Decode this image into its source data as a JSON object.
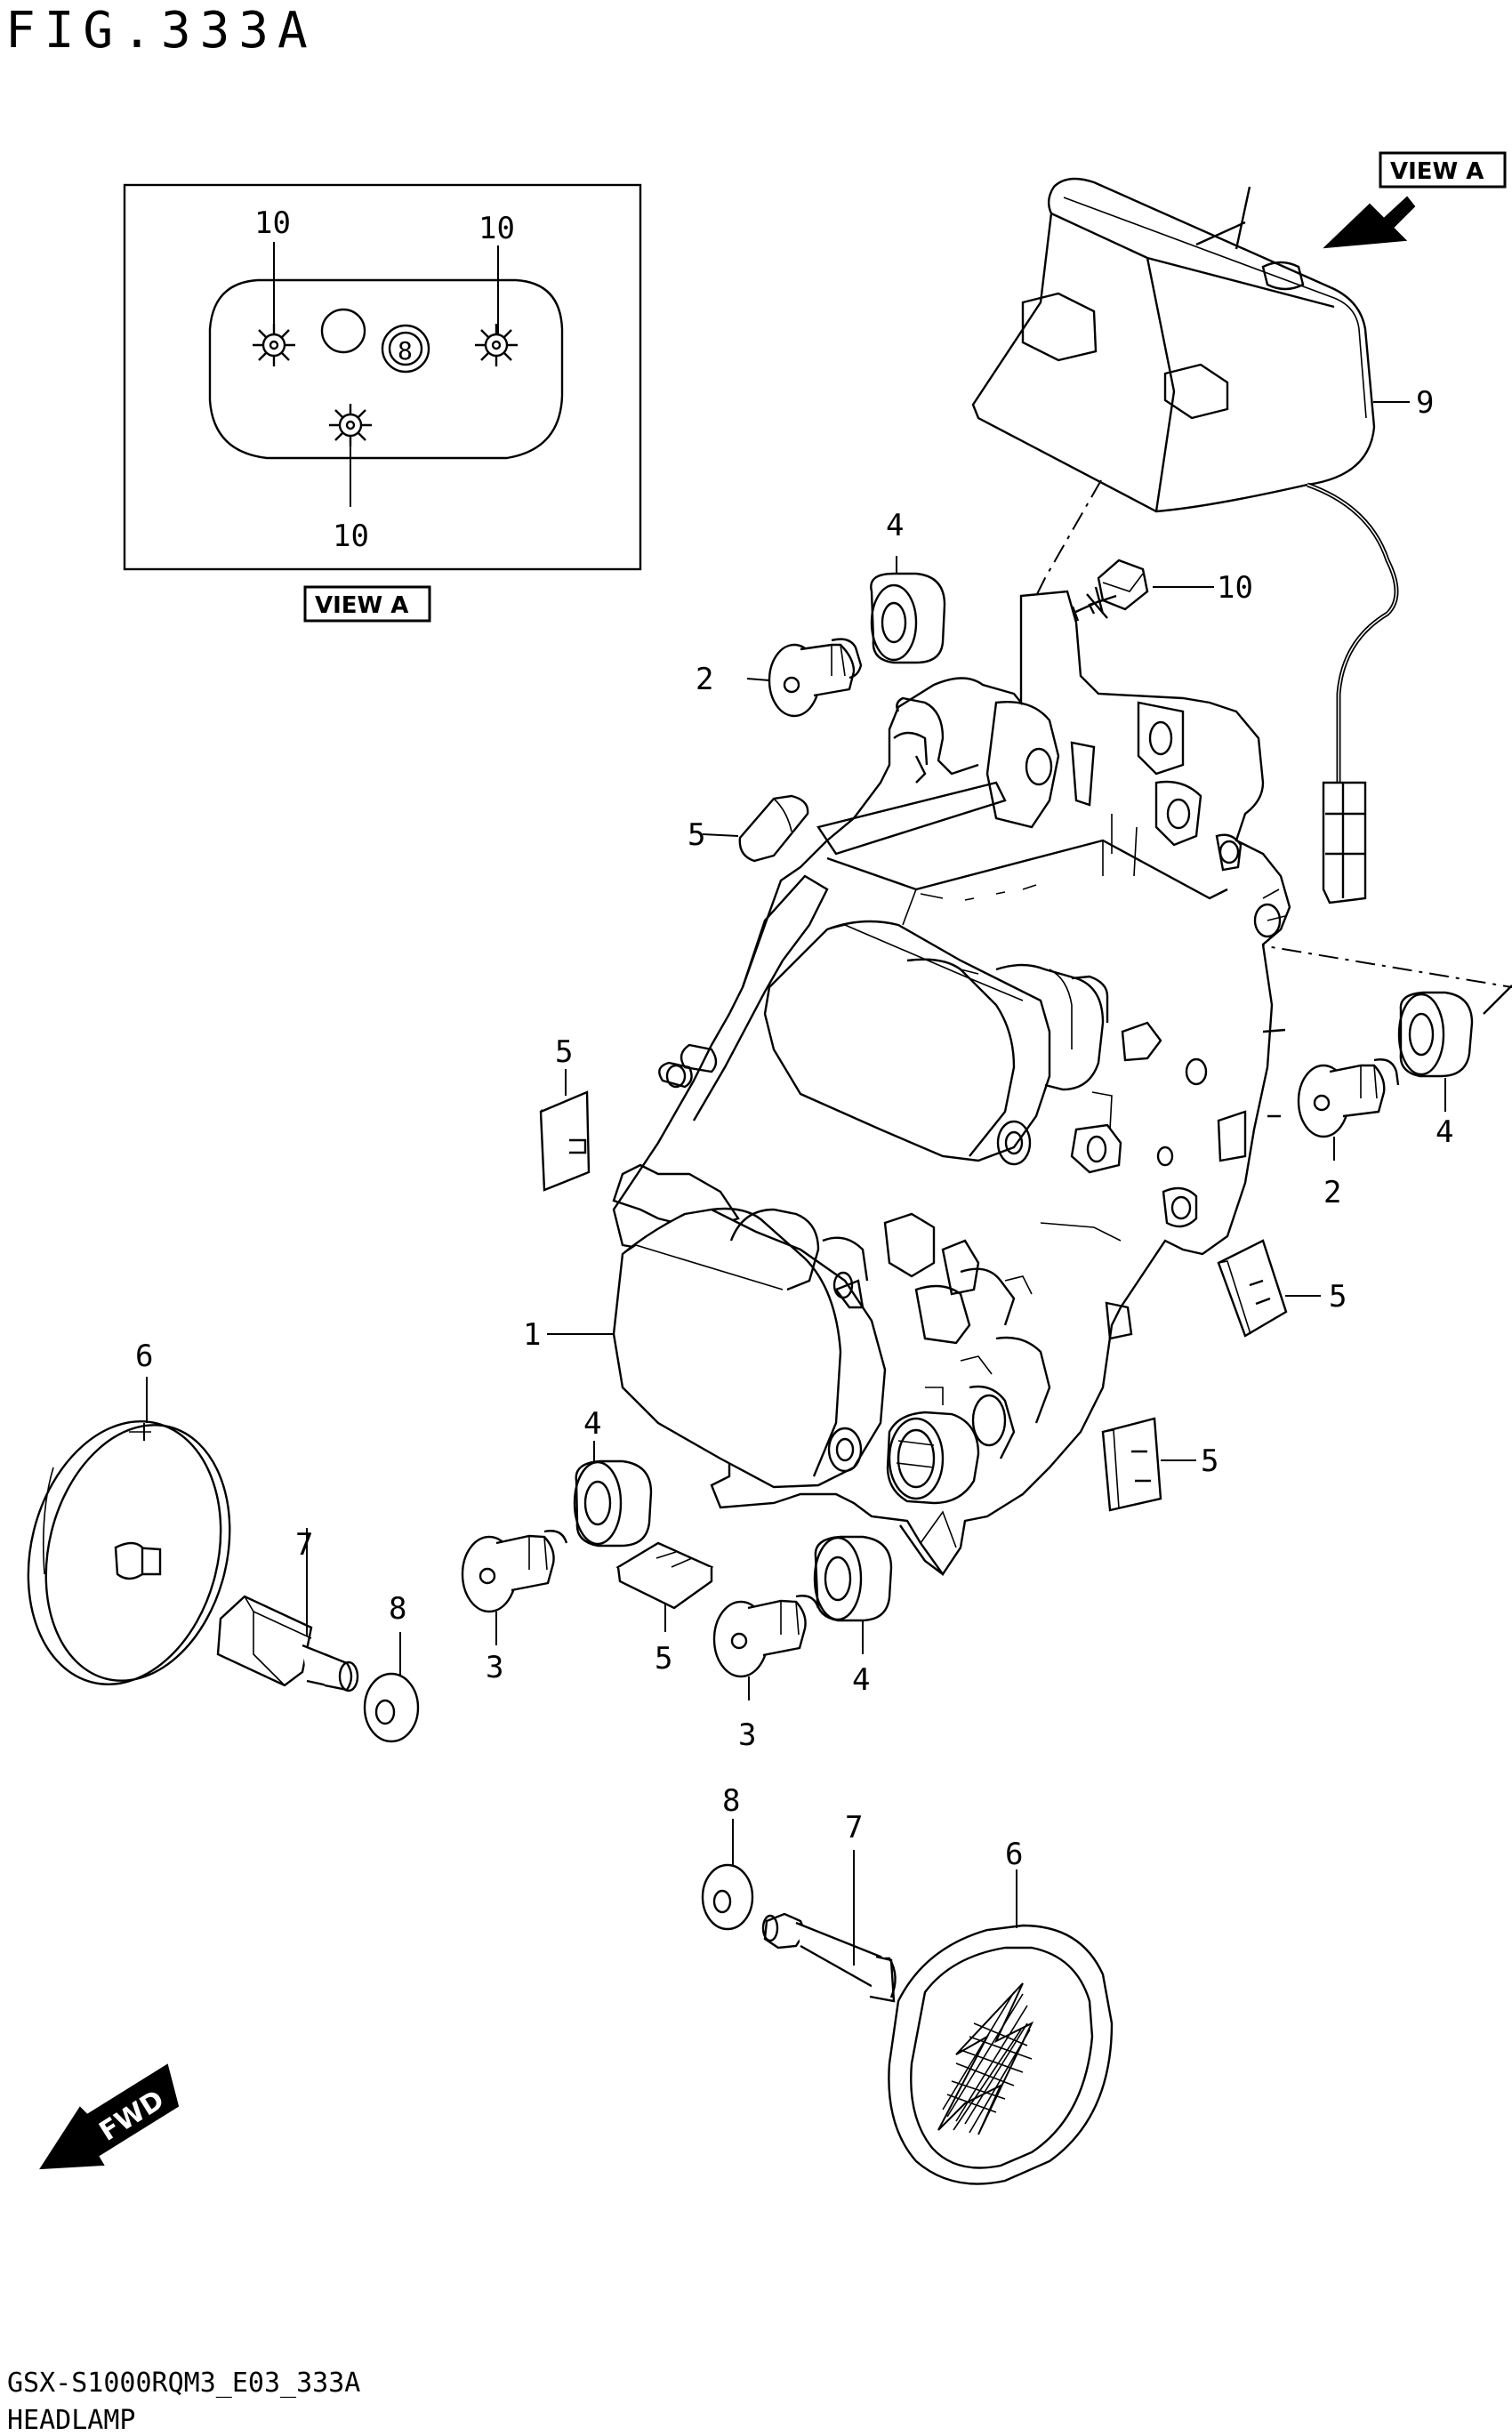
{
  "header": {
    "figure_title": "FIG.333A"
  },
  "footer": {
    "code": "GSX-S1000RQM3_E03_333A",
    "name": "HEADLAMP"
  },
  "view_tags": {
    "inset_tag": "VIEW A",
    "arrow_tag": "VIEW A"
  },
  "fwd_badge": "FWD",
  "callouts": {
    "c1": "1",
    "c2a": "2",
    "c2b": "2",
    "c3a": "3",
    "c3b": "3",
    "c4a": "4",
    "c4b": "4",
    "c4c": "4",
    "c4d": "4",
    "c5a": "5",
    "c5b": "5",
    "c5c": "5",
    "c5d": "5",
    "c5e": "5",
    "c6a": "6",
    "c6b": "6",
    "c7a": "7",
    "c7b": "7",
    "c8a": "8",
    "c8b": "8",
    "c9": "9",
    "c10a": "10",
    "c10b": "10",
    "c10c": "10",
    "c10d": "10"
  }
}
